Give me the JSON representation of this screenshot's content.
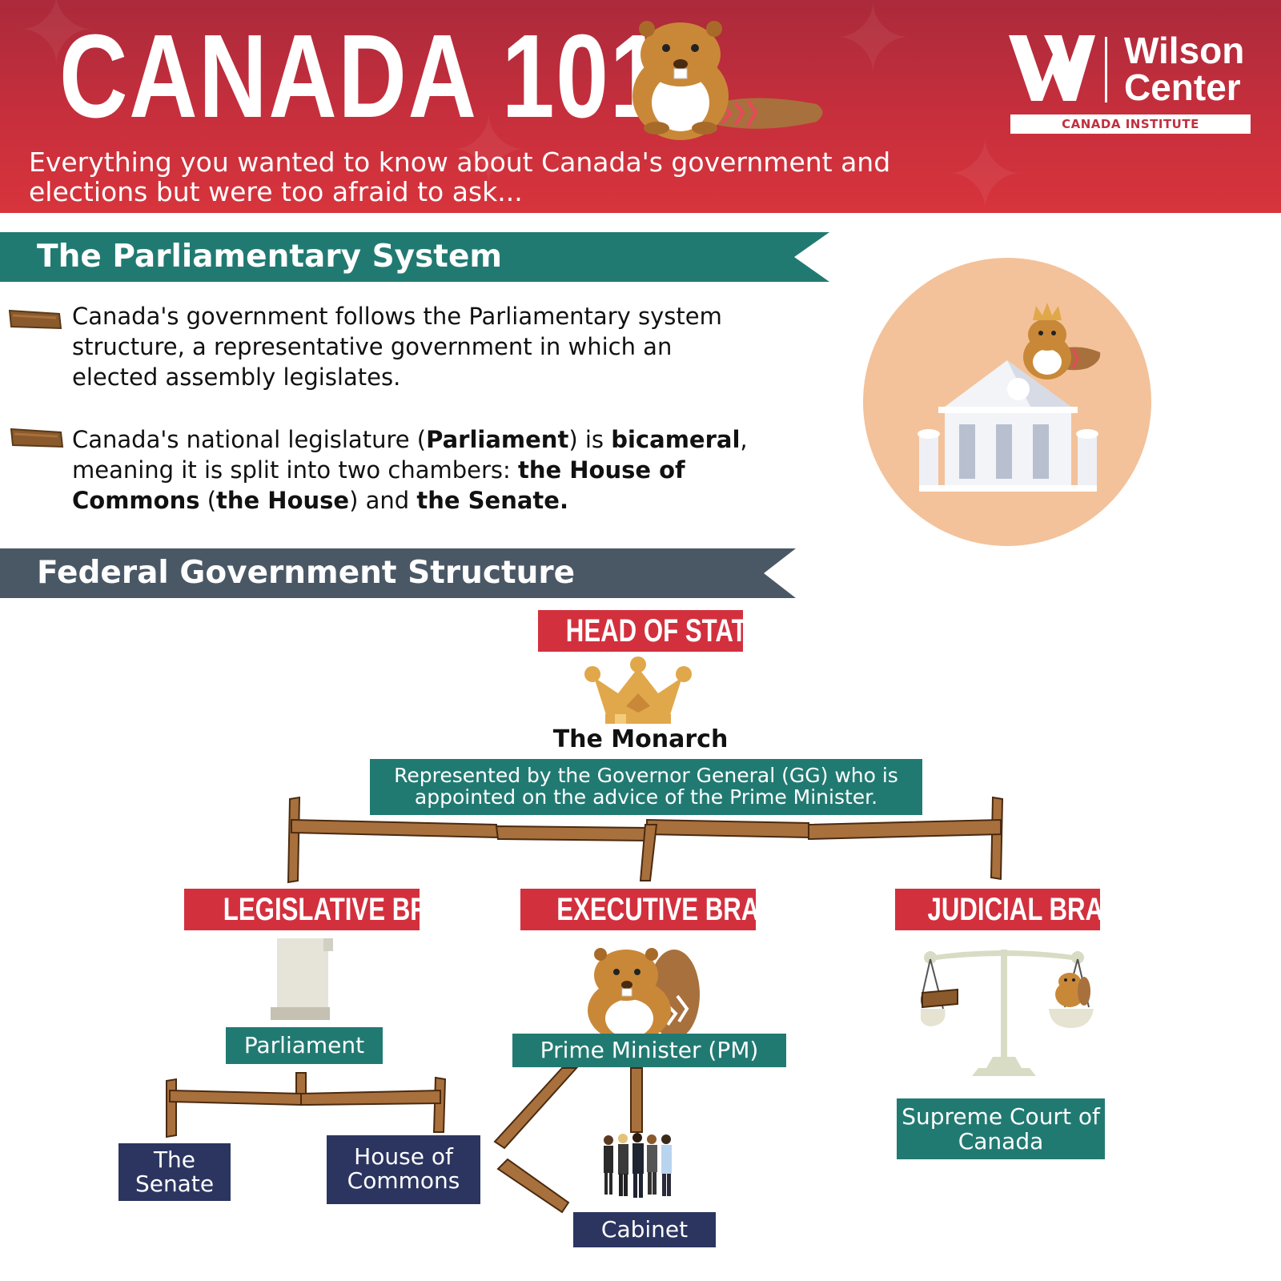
{
  "header": {
    "title": "CANADA 101",
    "subtitle": "Everything you wanted to know about Canada's government and elections but were too afraid to ask...",
    "logo": {
      "name_line1": "Wilson",
      "name_line2": "Center",
      "subtitle": "CANADA INSTITUTE"
    }
  },
  "parliamentary_system": {
    "heading": "The Parliamentary System",
    "bullet1": "Canada's government follows the Parliamentary system structure, a representative government in which an elected assembly legislates.",
    "bullet2": {
      "part1": "Canada's national legislature (",
      "bold1": "Parliament",
      "part2": ") is ",
      "bold2": "bicameral",
      "part3": ", meaning it is split into two chambers: ",
      "bold3": "the House of Commons",
      "part4": " (",
      "bold4": "the House",
      "part5": ") and ",
      "bold5": "the Senate."
    }
  },
  "federal_structure": {
    "heading": "Federal Government Structure",
    "head_of_state": "HEAD OF STATE",
    "monarch": "The Monarch",
    "governor_general": "Represented by the Governor General (GG) who is appointed on the advice of the Prime Minister.",
    "legislative": {
      "label": "LEGISLATIVE BRANCH",
      "parliament": "Parliament",
      "senate": "The Senate",
      "commons": "House of Commons"
    },
    "executive": {
      "label": "EXECUTIVE BRANCH",
      "pm": "Prime Minister (PM)",
      "cabinet": "Cabinet"
    },
    "judicial": {
      "label": "JUDICIAL BRANCH",
      "court": "Supreme Court of Canada"
    }
  },
  "colors": {
    "header_red": "#c72f3c",
    "teal": "#217a72",
    "slate": "#4a5866",
    "label_red": "#d3303e",
    "navy": "#2c3560",
    "wood": "#a8703c",
    "peach": "#f3c29a"
  },
  "icons": [
    "beaver-icon",
    "crown-icon",
    "parliament-building-icon",
    "scroll-icon",
    "scales-icon",
    "people-group-icon",
    "maple-leaf-icon"
  ]
}
